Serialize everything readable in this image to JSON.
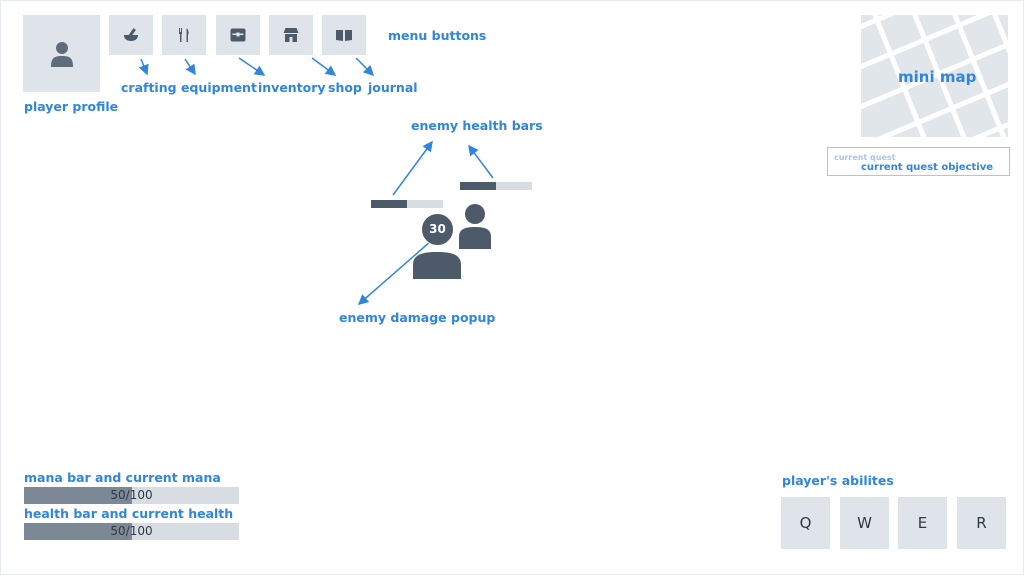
{
  "player_profile": {
    "label": "player profile",
    "icon": "user-icon"
  },
  "menu": {
    "title": "menu buttons",
    "buttons": [
      {
        "label": "crafting",
        "icon": "mortar-pestle-icon"
      },
      {
        "label": "equipment",
        "icon": "utensils-icon"
      },
      {
        "label": "inventory",
        "icon": "chest-icon"
      },
      {
        "label": "shop",
        "icon": "store-icon"
      },
      {
        "label": "journal",
        "icon": "book-icon"
      }
    ]
  },
  "minimap": {
    "label": "mini map"
  },
  "quest": {
    "caption": "current quest",
    "objective": "current quest objective"
  },
  "enemies": {
    "health_bars_label": "enemy health bars",
    "health_bars": [
      {
        "fill_fraction": 0.5
      },
      {
        "fill_fraction": 0.5
      }
    ],
    "damage_popup": {
      "value": "30",
      "label": "enemy damage popup"
    }
  },
  "mana": {
    "label": "mana bar and current mana",
    "current": 50,
    "max": 100,
    "text": "50/100"
  },
  "health": {
    "label": "health bar and current health",
    "current": 50,
    "max": 100,
    "text": "50/100"
  },
  "abilities": {
    "label": "player's abilites",
    "keys": [
      "Q",
      "W",
      "E",
      "R"
    ]
  },
  "colors": {
    "annotation": "#2f86dc",
    "tile": "#dfe4ea",
    "icon": "#4c5a69",
    "bar_fill": "#7c8896",
    "bar_track": "#d7dde3"
  }
}
